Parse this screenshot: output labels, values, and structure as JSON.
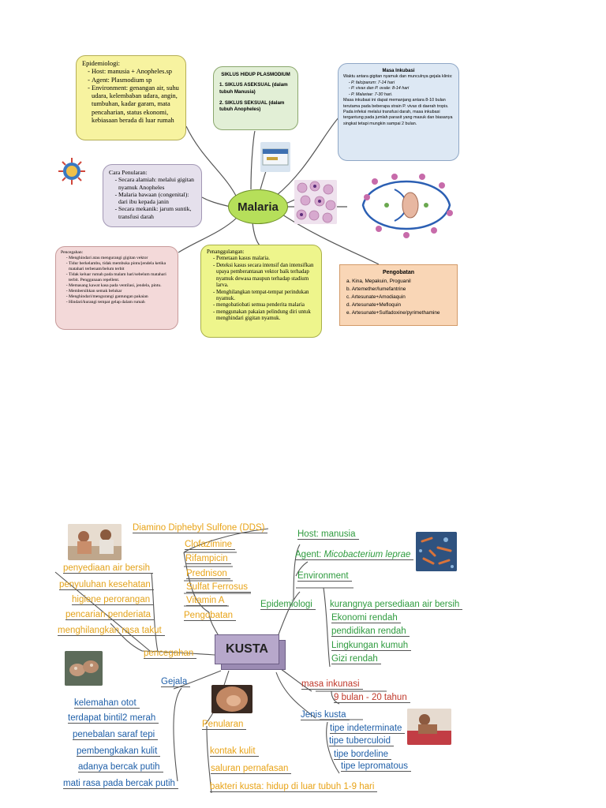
{
  "malaria": {
    "center": "Malaria",
    "epidemiologi": {
      "title": "Epidemiologi:",
      "items": [
        "Host: manusia + Anopheles.sp",
        "Agent: Plasmodium sp",
        "Environment: genangan air, suhu udara, kelembaban udara, angin, tumbuhan, kadar garam, mata pencaharian, status ekonomi, kebiasaan berada di luar rumah"
      ]
    },
    "siklus": {
      "title": "SIKLUS HIDUP PLASMODIUM",
      "items": [
        "1.  SIKLUS ASEKSUAL (dalam tubuh Manusia)",
        "2.  SIKLUS SEKSUAL (dalam tubuh Anopheles)"
      ]
    },
    "inkubasi": {
      "title": "Masa Inkubasi",
      "intro": "Waktu antara gigitan nyamuk dan munculnya gejala klinis:",
      "items": [
        "P. falciparum: 7-14 hari",
        "P. vivax dan P. ovale: 8-14 hari",
        "P. Malariae: 7-30 hari."
      ],
      "text": "Masa inkubasi ini dapat memanjang antara 8-10 bulan terutama pada beberapa strain P. vivax di daerah tropis. Pada infeksi melalui transfusi darah, masa inkubasi tergantung pada jumlah parasit yang masuk dan biasanya singkat tetapi mungkin sampai 2 bulan."
    },
    "penularan": {
      "title": "Cara Penularan:",
      "items": [
        "Secara alamiah: melalui gigitan nyamuk Anopheles",
        "Malaria bawaan (congenital): dari ibu kepada janin",
        "Secara mekanik: jarum suntik, transfusi darah"
      ]
    },
    "pencegahan": {
      "title": "Pencegahan:",
      "items": [
        "Menghindari atau mengurangi gigitan vektor",
        "Tidur berkelambu, tidak membuka pintu/jendela ketika matahari terbenam/belum terbit",
        "Tidak keluar rumah pada malam hari/sebelum matahari terbit. Penggunaan repellent.",
        "Memasang kawat kasa pada ventilasi, jendela, pintu.",
        "Membersihkan semak belukar",
        "Menghindari/mengurangi gantungan pakaian",
        "Hindari/kurangi tempat gelap dalam rumah"
      ]
    },
    "penanggulangan": {
      "title": "Penanggulangan:",
      "items": [
        "Pemetaan kasus malaria.",
        "Deteksi kasus secara intensif dan intensifkan upaya pemberantasan vektor baik terhadap nyamuk dewasa maupun terhadap stadium larva.",
        "Menghilangkan tempat-tempat perindukan nyamuk.",
        "mengobatiobati semua penderita malaria",
        "menggunakan pakaian pelindung diri untuk menghindari gigitan nyamuk."
      ]
    },
    "pengobatan": {
      "title": "Pengobatan",
      "items": [
        "a.  Kina, Mepakuin, Proguanil",
        "b.  Artemether/lumefantrine",
        "c.  Artesunate+Amodiaquin",
        "d.  Artesunate+Mefloquin",
        "e.  Artesunate+Sulfadoxine/pyrimethamine"
      ]
    }
  },
  "kusta": {
    "center": "KUSTA",
    "pengobatan": {
      "label": "Pengobatan",
      "items": [
        "Diamino Diphebyl Sulfone (DDS)",
        "Clofazimine",
        "Rifampicin",
        "Prednison",
        "Sulfat Ferrosus",
        "Vitamin A"
      ]
    },
    "pencegahan": {
      "label": "pencegahan",
      "items": [
        "penyediaan air bersih",
        "penyuluhan kesehatan",
        "higiene perorangan",
        "pencarian penderiata",
        "menghilangkan rasa takut"
      ]
    },
    "gejala": {
      "label": "Gejala",
      "items": [
        "kelemahan otot",
        "terdapat bintil2 merah",
        "penebalan saraf tepi",
        "pembengkakan kulit",
        "adanya bercak putih",
        "mati rasa pada bercak putih"
      ]
    },
    "penularan": {
      "label": "Penularan",
      "items": [
        "kontak kulit",
        "saluran pernafasan",
        "bakteri kusta: hidup di luar tubuh 1-9 hari"
      ]
    },
    "epidemiologi": {
      "label": "Epidemiologi",
      "host": "Host: manusia",
      "agent_prefix": "Agent: ",
      "agent_name": "Micobacterium leprae",
      "environment": "Environment",
      "env_items": [
        "kurangnya persediaan air bersih",
        "Ekonomi rendah",
        "pendidikan rendah",
        "Lingkungan kumuh",
        "Gizi rendah"
      ]
    },
    "masa_inkubasi": {
      "label": "masa inkunasi",
      "value": "9 bulan - 20 tahun"
    },
    "jenis": {
      "label": "Jenis kusta",
      "items": [
        "tipe indeterminate",
        "tipe tuberculoid",
        "tipe bordeline",
        "tipe lepromatous"
      ]
    }
  },
  "colors": {
    "epid_box": "#f7f3a0",
    "siklus_box": "#e2efd6",
    "inkubasi_box": "#dde8f4",
    "penularan_box": "#e5e0ec",
    "pencegahan_box": "#f3d9d9",
    "penanggulangan_box": "#eef58c",
    "pengobatan_box": "#f9d6b6",
    "malaria_center": "#b6df5a",
    "kusta_center": "#b7a8cb",
    "kusta_orange": "#e8a317",
    "kusta_red": "#c0392b",
    "kusta_green": "#2e9b3e",
    "kusta_blue": "#1f5fa8"
  }
}
